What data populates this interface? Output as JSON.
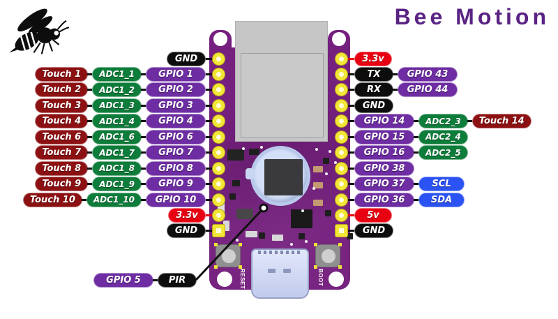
{
  "title": "Bee Motion",
  "colors": {
    "title_text": "#5a2383",
    "board_purple": "#75207e",
    "touch_red": "#8c1113",
    "adc_green": "#0e7c3a",
    "gpio_purple": "#6e2da2",
    "power_red": "#e80012",
    "ground_black": "#0d0d0d",
    "i2c_blue": "#2b52f2",
    "pin_yellow": "#f2e636"
  },
  "board": {
    "reset_label": "RESET",
    "boot_label": "BOOT"
  },
  "pinout": {
    "left": [
      {
        "pills": [
          {
            "text": "GND",
            "type": "ground"
          }
        ]
      },
      {
        "pills": [
          {
            "text": "Touch 1",
            "type": "touch"
          },
          {
            "text": "ADC1_1",
            "type": "adc"
          },
          {
            "text": "GPIO 1",
            "type": "gpio"
          }
        ]
      },
      {
        "pills": [
          {
            "text": "Touch 2",
            "type": "touch"
          },
          {
            "text": "ADC1_2",
            "type": "adc"
          },
          {
            "text": "GPIO 2",
            "type": "gpio"
          }
        ]
      },
      {
        "pills": [
          {
            "text": "Touch 3",
            "type": "touch"
          },
          {
            "text": "ADC1_3",
            "type": "adc"
          },
          {
            "text": "GPIO 3",
            "type": "gpio"
          }
        ]
      },
      {
        "pills": [
          {
            "text": "Touch 4",
            "type": "touch"
          },
          {
            "text": "ADC1_4",
            "type": "adc"
          },
          {
            "text": "GPIO 4",
            "type": "gpio"
          }
        ]
      },
      {
        "pills": [
          {
            "text": "Touch 6",
            "type": "touch"
          },
          {
            "text": "ADC1_6",
            "type": "adc"
          },
          {
            "text": "GPIO 6",
            "type": "gpio"
          }
        ]
      },
      {
        "pills": [
          {
            "text": "Touch 7",
            "type": "touch"
          },
          {
            "text": "ADC1_7",
            "type": "adc"
          },
          {
            "text": "GPIO 7",
            "type": "gpio"
          }
        ]
      },
      {
        "pills": [
          {
            "text": "Touch 8",
            "type": "touch"
          },
          {
            "text": "ADC1_8",
            "type": "adc"
          },
          {
            "text": "GPIO 8",
            "type": "gpio"
          }
        ]
      },
      {
        "pills": [
          {
            "text": "Touch 9",
            "type": "touch"
          },
          {
            "text": "ADC1_9",
            "type": "adc"
          },
          {
            "text": "GPIO 9",
            "type": "gpio"
          }
        ]
      },
      {
        "pills": [
          {
            "text": "Touch 10",
            "type": "touch"
          },
          {
            "text": "ADC1_10",
            "type": "adc"
          },
          {
            "text": "GPIO 10",
            "type": "gpio"
          }
        ]
      },
      {
        "pills": [
          {
            "text": "3.3v",
            "type": "power"
          }
        ],
        "power": true
      },
      {
        "pills": [
          {
            "text": "GND",
            "type": "ground"
          }
        ]
      }
    ],
    "right": [
      {
        "pills": [
          {
            "text": "3.3v",
            "type": "power"
          }
        ],
        "power": true
      },
      {
        "pills": [
          {
            "text": "TX",
            "type": "ground"
          },
          {
            "text": "GPIO 43",
            "type": "gpio"
          }
        ]
      },
      {
        "pills": [
          {
            "text": "RX",
            "type": "ground"
          },
          {
            "text": "GPIO 44",
            "type": "gpio"
          }
        ]
      },
      {
        "pills": [
          {
            "text": "GND",
            "type": "ground"
          }
        ]
      },
      {
        "pills": [
          {
            "text": "GPIO 14",
            "type": "gpio"
          },
          {
            "text": "ADC2_3",
            "type": "adc"
          },
          {
            "text": "Touch 14",
            "type": "touch"
          }
        ]
      },
      {
        "pills": [
          {
            "text": "GPIO 15",
            "type": "gpio"
          },
          {
            "text": "ADC2_4",
            "type": "adc"
          }
        ]
      },
      {
        "pills": [
          {
            "text": "GPIO 16",
            "type": "gpio"
          },
          {
            "text": "ADC2_5",
            "type": "adc"
          }
        ]
      },
      {
        "pills": [
          {
            "text": "GPIO 38",
            "type": "gpio"
          }
        ]
      },
      {
        "pills": [
          {
            "text": "GPIO 37",
            "type": "gpio"
          },
          {
            "text": "SCL",
            "type": "i2c"
          }
        ]
      },
      {
        "pills": [
          {
            "text": "GPIO 36",
            "type": "gpio"
          },
          {
            "text": "SDA",
            "type": "i2c"
          }
        ]
      },
      {
        "pills": [
          {
            "text": "5v",
            "type": "power"
          }
        ],
        "power": true
      },
      {
        "pills": [
          {
            "text": "GND",
            "type": "ground"
          }
        ]
      }
    ],
    "bottom": [
      {
        "pills": [
          {
            "text": "GPIO 5",
            "type": "gpio"
          },
          {
            "text": "PIR",
            "type": "ground"
          }
        ]
      }
    ]
  }
}
